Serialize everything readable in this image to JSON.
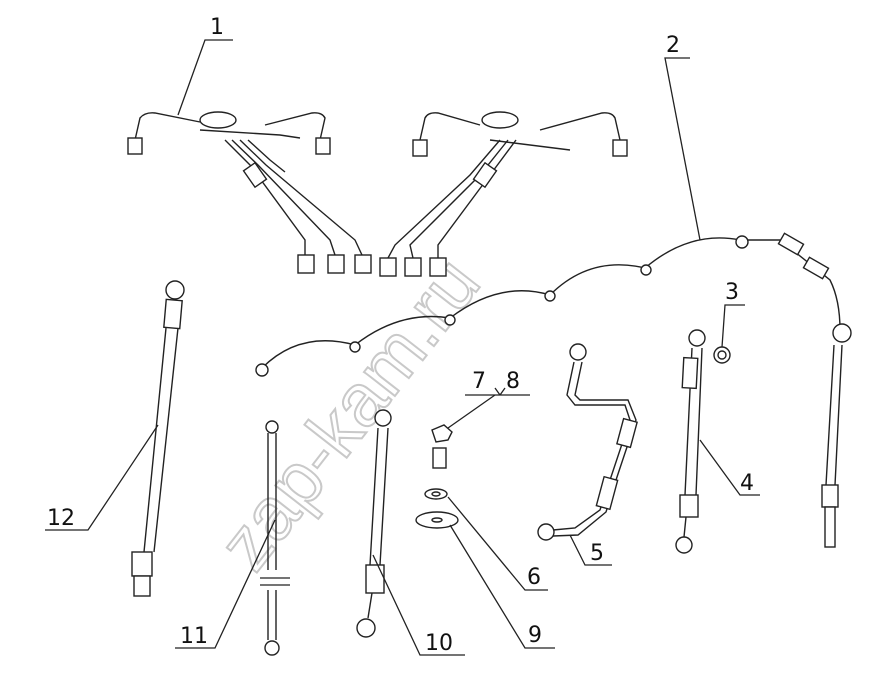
{
  "diagram": {
    "callouts": [
      {
        "id": "1",
        "text": "1"
      },
      {
        "id": "2",
        "text": "2"
      },
      {
        "id": "3",
        "text": "3"
      },
      {
        "id": "4",
        "text": "4"
      },
      {
        "id": "5",
        "text": "5"
      },
      {
        "id": "6",
        "text": "6"
      },
      {
        "id": "7",
        "text": "7"
      },
      {
        "id": "8",
        "text": "8"
      },
      {
        "id": "9",
        "text": "9"
      },
      {
        "id": "10",
        "text": "10"
      },
      {
        "id": "11",
        "text": "11"
      },
      {
        "id": "12",
        "text": "12"
      }
    ],
    "watermark": "zap-kam.ru"
  },
  "colors": {
    "line": "#222222",
    "watermark": "#c9c9c9",
    "background": "#ffffff"
  }
}
